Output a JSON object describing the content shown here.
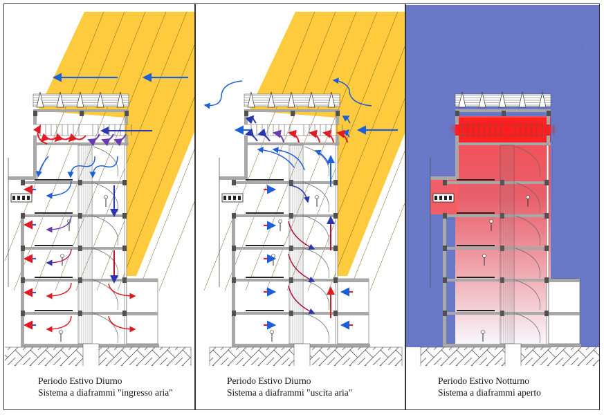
{
  "panels": [
    {
      "id": "day-intake",
      "caption_line1": "Periodo Estivo Diurno",
      "caption_line2": "Sistema a diaframmi \"ingresso aria\"",
      "background": "#ffffff",
      "sun_color": "#fecb3e"
    },
    {
      "id": "day-exhaust",
      "caption_line1": "Periodo Estivo Diurno",
      "caption_line2": "Sistema a diaframmi \"uscita aria\"",
      "background": "#ffffff",
      "sun_color": "#fecb3e"
    },
    {
      "id": "night-open",
      "caption_line1": "Periodo Estivo Notturno",
      "caption_line2": "Sistema a diaframmi  aperto",
      "background": "#6878c6",
      "moon_color": "#fecb3e",
      "heat_color": "#ff2a2a"
    }
  ],
  "colors": {
    "cool_air": "#1e5fd8",
    "warm_air": "#e01b24",
    "mixed_air": "#6a3ab0",
    "structure_gray": "#a8a8a8",
    "column_dark": "#505050",
    "ground_hatch": "#ffffff"
  },
  "icons": {
    "moon": "crescent-moon-icon",
    "airflow": "arrow-icon"
  }
}
